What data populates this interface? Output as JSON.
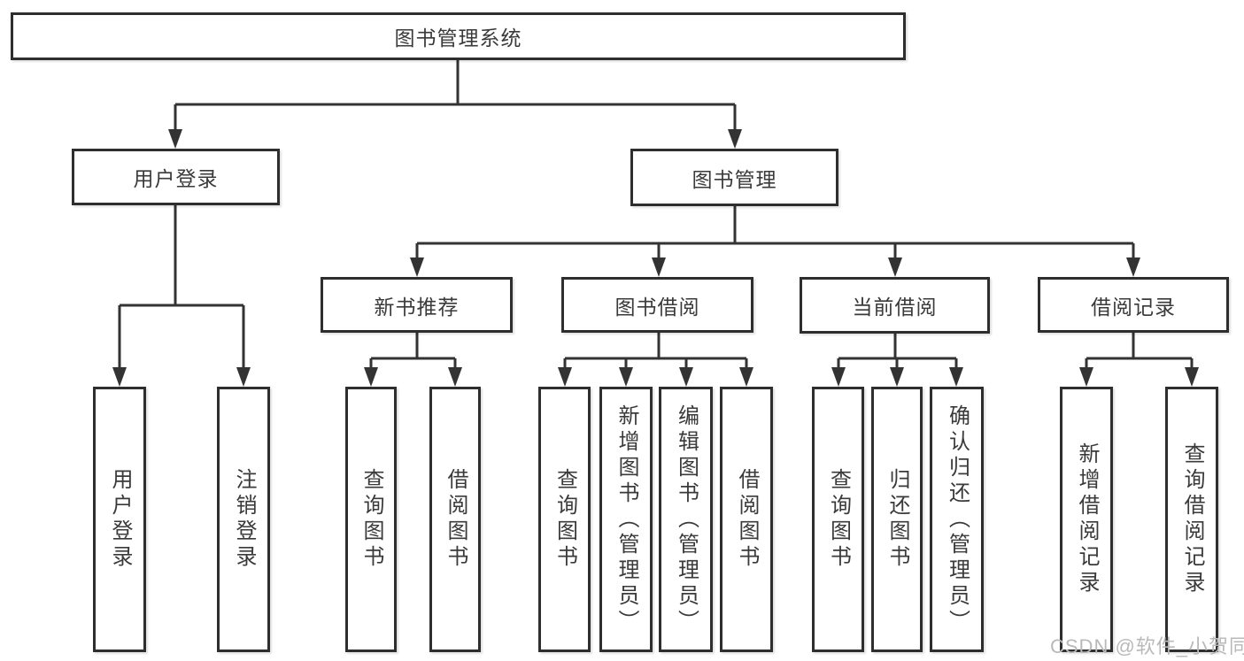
{
  "diagram": {
    "background": "#ffffff",
    "line_color": "#333333",
    "box_border_color": "#2e2e2e",
    "text_color": "#3a3a3a"
  },
  "nodes": {
    "root": {
      "label": "图书管理系统"
    },
    "user_login": {
      "label": "用户登录"
    },
    "book_mgmt": {
      "label": "图书管理"
    },
    "new_book_rec": {
      "label": "新书推荐"
    },
    "book_borrow": {
      "label": "图书借阅"
    },
    "current_borrow": {
      "label": "当前借阅"
    },
    "borrow_record": {
      "label": "借阅记录"
    }
  },
  "leaves": {
    "user_login_op": {
      "label": "用户登录"
    },
    "logout_op": {
      "label": "注销登录"
    },
    "rec_query_book": {
      "label": "查询图书"
    },
    "rec_borrow_book": {
      "label": "借阅图书"
    },
    "bb_query_book": {
      "label": "查询图书"
    },
    "bb_add_book": {
      "label": "新增图书（管理员）"
    },
    "bb_edit_book": {
      "label": "编辑图书（管理员）"
    },
    "bb_borrow_book": {
      "label": "借阅图书"
    },
    "cb_query_book": {
      "label": "查询图书"
    },
    "cb_return_book": {
      "label": "归还图书"
    },
    "cb_confirm_return": {
      "label": "确认归还（管理员）"
    },
    "br_add_record": {
      "label": "新增借阅记录"
    },
    "br_query_record": {
      "label": "查询借阅记录"
    }
  },
  "hierarchy": {
    "root": [
      "user_login",
      "book_mgmt"
    ],
    "user_login": [
      "user_login_op",
      "logout_op"
    ],
    "book_mgmt": [
      "new_book_rec",
      "book_borrow",
      "current_borrow",
      "borrow_record"
    ],
    "new_book_rec": [
      "rec_query_book",
      "rec_borrow_book"
    ],
    "book_borrow": [
      "bb_query_book",
      "bb_add_book",
      "bb_edit_book",
      "bb_borrow_book"
    ],
    "current_borrow": [
      "cb_query_book",
      "cb_return_book",
      "cb_confirm_return"
    ],
    "borrow_record": [
      "br_add_record",
      "br_query_record"
    ]
  },
  "watermark": {
    "text": "CSDN @软件_小贺同学",
    "color": "#b9b9b9"
  }
}
